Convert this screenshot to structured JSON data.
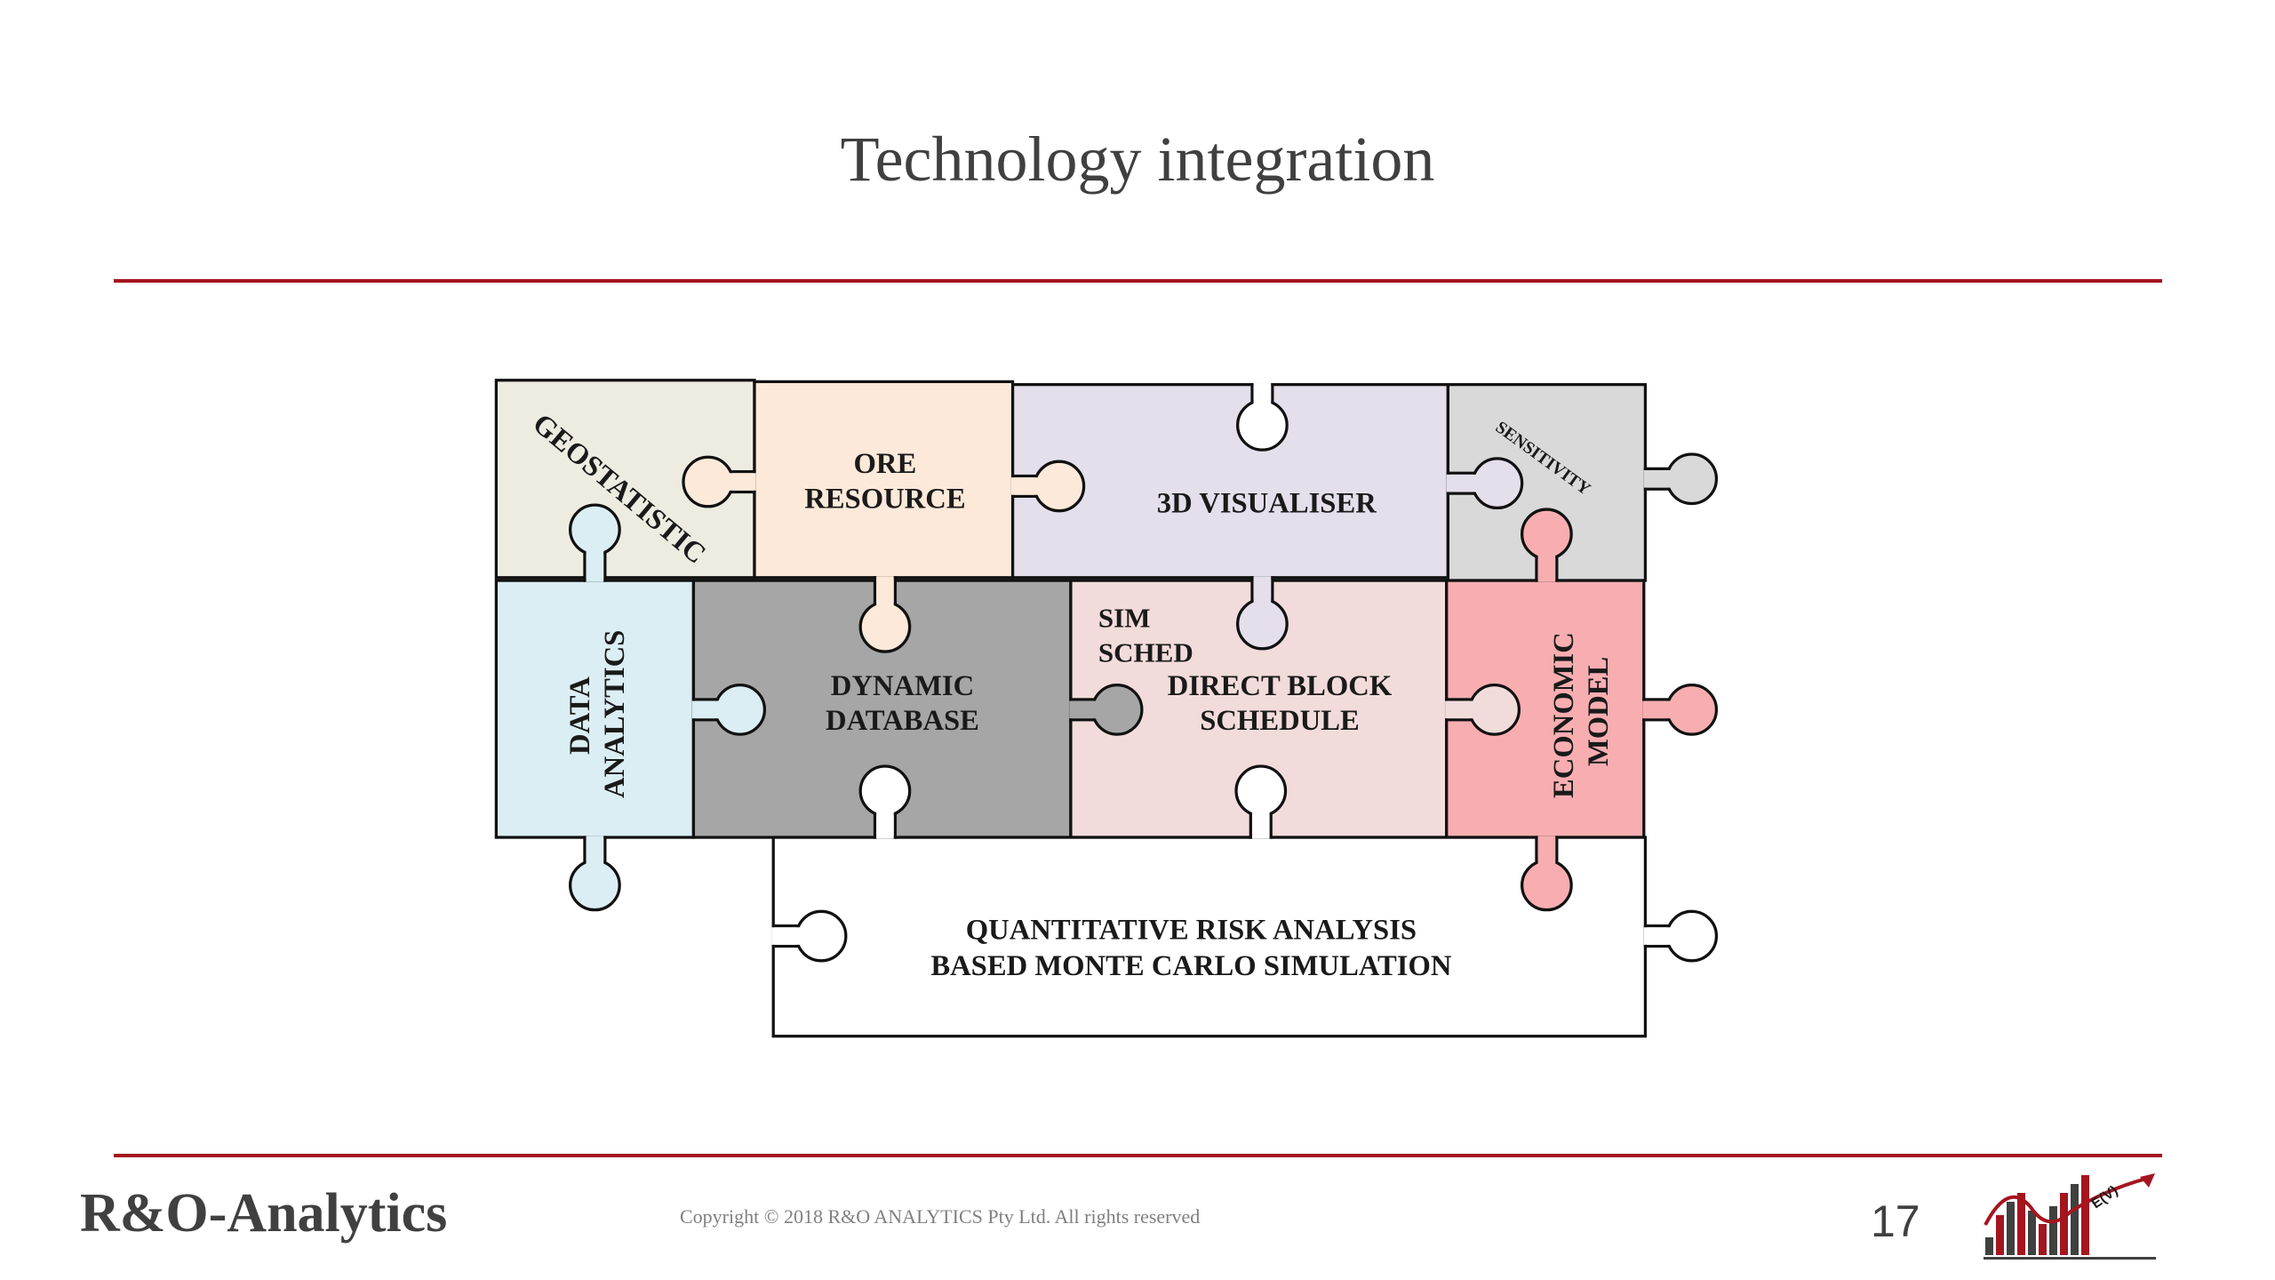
{
  "title": "Technology integration",
  "pieces": {
    "geostatistic": "GEOSTATISTIC",
    "ore_resource": [
      "ORE",
      "RESOURCE"
    ],
    "visualiser": "3D VISUALISER",
    "sensitivity": "SENSITIVITY",
    "data_analytics": [
      "DATA",
      "ANALYTICS"
    ],
    "dynamic_database": [
      "DYNAMIC",
      "DATABASE"
    ],
    "sim_sched": [
      "SIM",
      "SCHED"
    ],
    "direct_block": [
      "DIRECT BLOCK",
      "SCHEDULE"
    ],
    "economic_model": [
      "ECONOMIC",
      "MODEL"
    ],
    "qra": [
      "QUANTITATIVE RISK ANALYSIS",
      "BASED MONTE CARLO SIMULATION"
    ]
  },
  "colors": {
    "accent": "#a5151f",
    "geostatistic": "#eeece1",
    "ore_resource": "#fde9d9",
    "visualiser": "#e5dfec",
    "sensitivity": "#d9d9d9",
    "data_analytics": "#dbeef3",
    "dynamic_database": "#a6a6a6",
    "direct_block": "#f2dcdb",
    "economic_model": "#f8aeb1",
    "qra": "#ffffff"
  },
  "footer": {
    "brand": "R&O-Analytics",
    "copyright": "Copyright © 2018 R&O ANALYTICS Pty Ltd. All rights reserved",
    "page_number": "17",
    "logo_text": "E(V)"
  }
}
